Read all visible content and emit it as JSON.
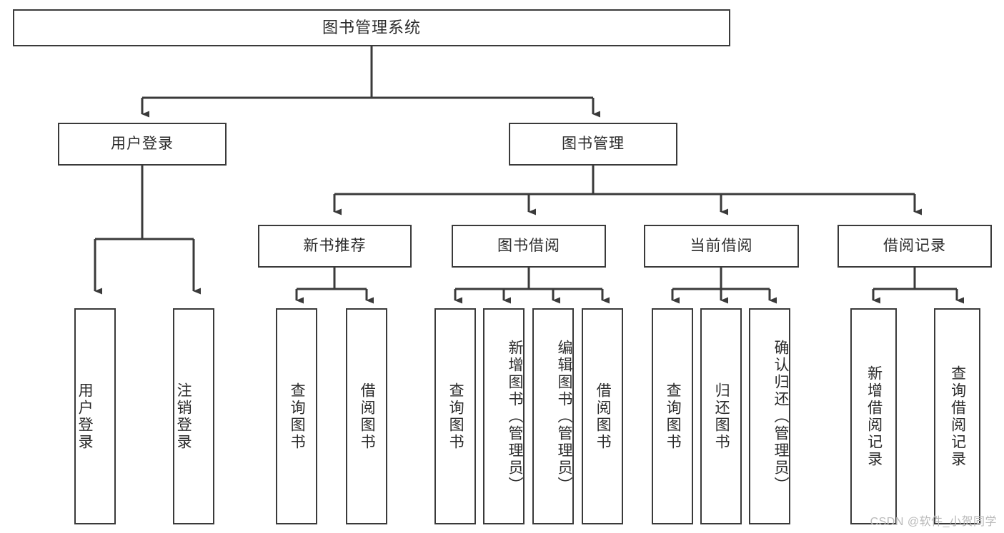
{
  "diagram": {
    "title": "图书管理系统",
    "type": "tree",
    "colors": {
      "line": "#3a3a3a",
      "box_border": "#3a3a3a",
      "box_fill": "#ffffff",
      "text": "#2b2b2b",
      "background": "#ffffff",
      "watermark": "#b9b9b9"
    },
    "root": {
      "label": "图书管理系统"
    },
    "level1": [
      {
        "label": "用户登录"
      },
      {
        "label": "图书管理"
      }
    ],
    "level2": [
      {
        "label": "新书推荐"
      },
      {
        "label": "图书借阅"
      },
      {
        "label": "当前借阅"
      },
      {
        "label": "借阅记录"
      }
    ],
    "leaves": {
      "user_login": [
        {
          "label": "用户登录"
        },
        {
          "label": "注销登录"
        }
      ],
      "new_book_recommend": [
        {
          "label": "查询图书"
        },
        {
          "label": "借阅图书"
        }
      ],
      "book_borrow": [
        {
          "label": "查询图书"
        },
        {
          "label": "新增图书（管理员）"
        },
        {
          "label": "编辑图书（管理员）"
        },
        {
          "label": "借阅图书"
        }
      ],
      "current_borrow": [
        {
          "label": "查询图书"
        },
        {
          "label": "归还图书"
        },
        {
          "label": "确认归还（管理员）"
        }
      ],
      "borrow_record": [
        {
          "label": "新增借阅记录"
        },
        {
          "label": "查询借阅记录"
        }
      ]
    }
  },
  "watermark": {
    "text": "CSDN @软件_小贺同学"
  }
}
